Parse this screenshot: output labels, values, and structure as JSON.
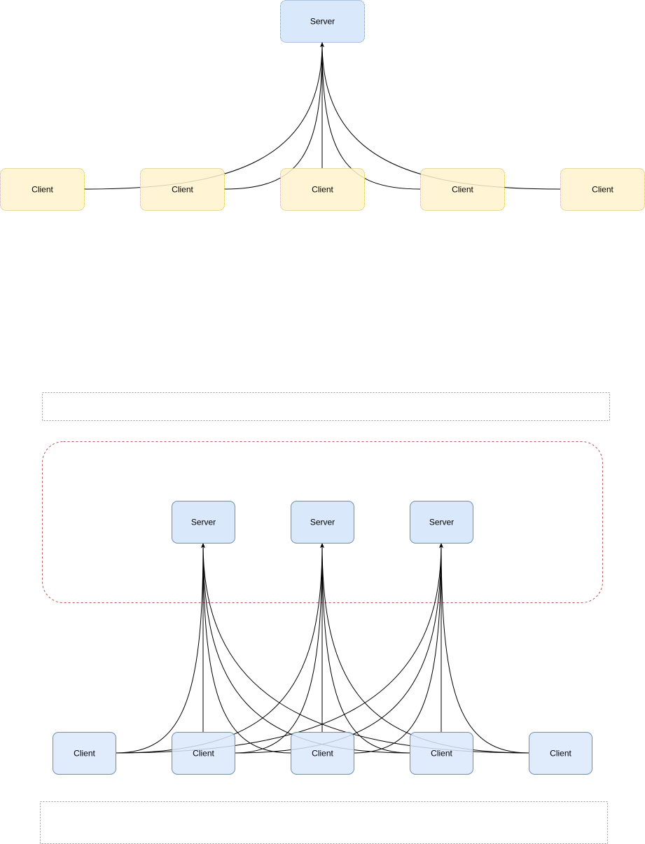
{
  "colors": {
    "server_fill": "#dae8fc",
    "server_stroke": "#6c8ebf",
    "client_fill_top": "#fff2cc",
    "client_stroke_top": "#d6b656",
    "client_fill_bottom": "#dae8fc",
    "client_stroke_bottom": "#6c8ebf",
    "cluster_stroke": "#b85450",
    "placeholder_stroke": "#999999",
    "edge": "#000000"
  },
  "top_diagram": {
    "server": {
      "label": "Server"
    },
    "clients": [
      {
        "label": "Client"
      },
      {
        "label": "Client"
      },
      {
        "label": "Client"
      },
      {
        "label": "Client"
      },
      {
        "label": "Client"
      }
    ]
  },
  "bottom_diagram": {
    "servers": [
      {
        "label": "Server"
      },
      {
        "label": "Server"
      },
      {
        "label": "Server"
      }
    ],
    "clients": [
      {
        "label": "Client"
      },
      {
        "label": "Client"
      },
      {
        "label": "Client"
      },
      {
        "label": "Client"
      },
      {
        "label": "Client"
      }
    ]
  }
}
